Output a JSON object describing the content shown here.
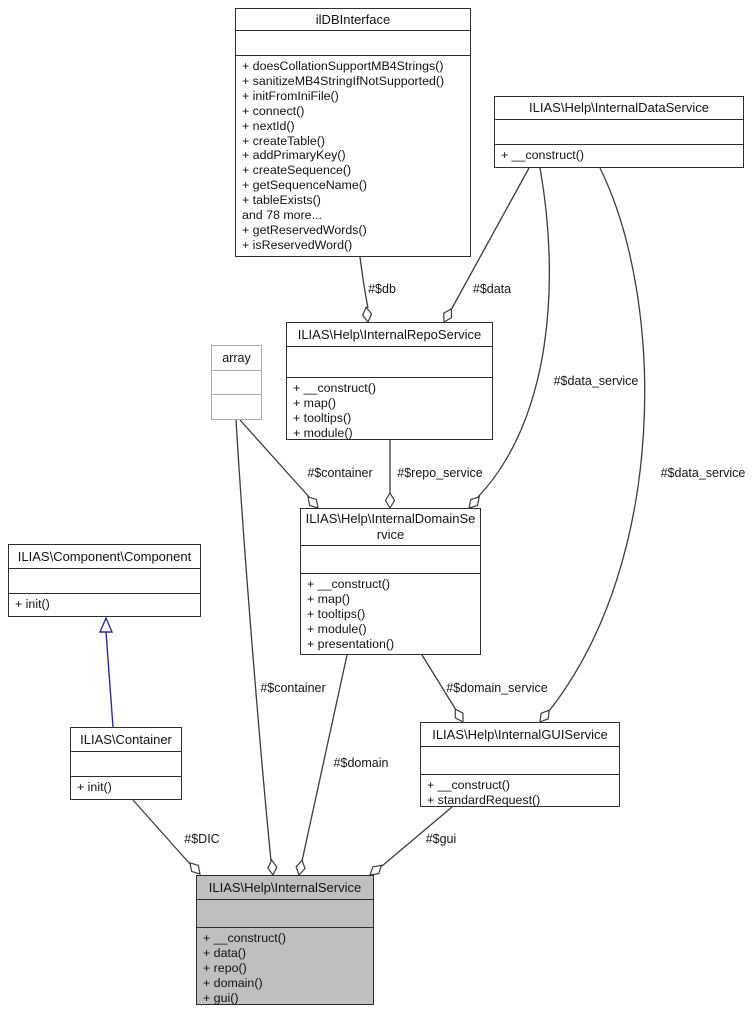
{
  "diagram_title": "ILIAS Help InternalService collaboration diagram",
  "colors": {
    "line": "#3c3c3c",
    "border": "#2e2e2e",
    "inherit": "#2a2d96",
    "box_bg": "#ffffff",
    "highlight_bg": "#bfbfbf",
    "muted_border": "#a9a9a9"
  },
  "classes": {
    "db": {
      "title": "ilDBInterface",
      "methods": [
        "+ doesCollationSupportMB4Strings()",
        "+ sanitizeMB4StringIfNotSupported()",
        "+ initFromIniFile()",
        "+ connect()",
        "+ nextId()",
        "+ createTable()",
        "+ addPrimaryKey()",
        "+ createSequence()",
        "+ getSequenceName()",
        "+ tableExists()",
        "and 78 more...",
        "+ getReservedWords()",
        "+ isReservedWord()"
      ]
    },
    "data_service": {
      "title": "ILIAS\\Help\\InternalDataService",
      "methods": [
        "+ __construct()"
      ]
    },
    "repo_service": {
      "title": "ILIAS\\Help\\InternalRepoService",
      "methods": [
        "+ __construct()",
        "+ map()",
        "+ tooltips()",
        "+ module()"
      ]
    },
    "array_type": {
      "title": "array",
      "methods": []
    },
    "domain_service": {
      "title": "ILIAS\\Help\\InternalDomainService",
      "methods": [
        "+ __construct()",
        "+ map()",
        "+ tooltips()",
        "+ module()",
        "+ presentation()"
      ]
    },
    "component": {
      "title": "ILIAS\\Component\\Component",
      "methods": [
        "+ init()"
      ]
    },
    "container": {
      "title": "ILIAS\\Container",
      "methods": [
        "+ init()"
      ]
    },
    "gui_service": {
      "title": "ILIAS\\Help\\InternalGUIService",
      "methods": [
        "+ __construct()",
        "+ standardRequest()"
      ]
    },
    "internal_service": {
      "title": "ILIAS\\Help\\InternalService",
      "methods": [
        "+ __construct()",
        "+ data()",
        "+ repo()",
        "+ domain()",
        "+ gui()"
      ]
    }
  },
  "edges": [
    {
      "label": "#$db",
      "from": "ilDBInterface",
      "to": "ILIAS\\Help\\InternalRepoService",
      "type": "aggregation"
    },
    {
      "label": "#$data",
      "from": "ILIAS\\Help\\InternalDataService",
      "to": "ILIAS\\Help\\InternalRepoService",
      "type": "aggregation"
    },
    {
      "label": "#$data_service",
      "from": "ILIAS\\Help\\InternalDataService",
      "to": "ILIAS\\Help\\InternalDomainService",
      "type": "aggregation"
    },
    {
      "label": "#$data_service",
      "from": "ILIAS\\Help\\InternalDataService",
      "to": "ILIAS\\Help\\InternalGUIService",
      "type": "aggregation"
    },
    {
      "label": "#$container",
      "from": "array",
      "to": "ILIAS\\Help\\InternalDomainService",
      "type": "aggregation"
    },
    {
      "label": "#$repo_service",
      "from": "ILIAS\\Help\\InternalRepoService",
      "to": "ILIAS\\Help\\InternalDomainService",
      "type": "aggregation"
    },
    {
      "label": "#$domain_service",
      "from": "ILIAS\\Help\\InternalDomainService",
      "to": "ILIAS\\Help\\InternalGUIService",
      "type": "aggregation"
    },
    {
      "label": "#$container",
      "from": "array",
      "to": "ILIAS\\Help\\InternalService",
      "type": "aggregation"
    },
    {
      "label": "#$domain",
      "from": "ILIAS\\Help\\InternalDomainService",
      "to": "ILIAS\\Help\\InternalService",
      "type": "aggregation"
    },
    {
      "label": "#$DIC",
      "from": "ILIAS\\Container",
      "to": "ILIAS\\Help\\InternalService",
      "type": "aggregation"
    },
    {
      "label": "#$gui",
      "from": "ILIAS\\Help\\InternalGUIService",
      "to": "ILIAS\\Help\\InternalService",
      "type": "aggregation"
    },
    {
      "label": "",
      "from": "ILIAS\\Container",
      "to": "ILIAS\\Component\\Component",
      "type": "inheritance"
    }
  ]
}
